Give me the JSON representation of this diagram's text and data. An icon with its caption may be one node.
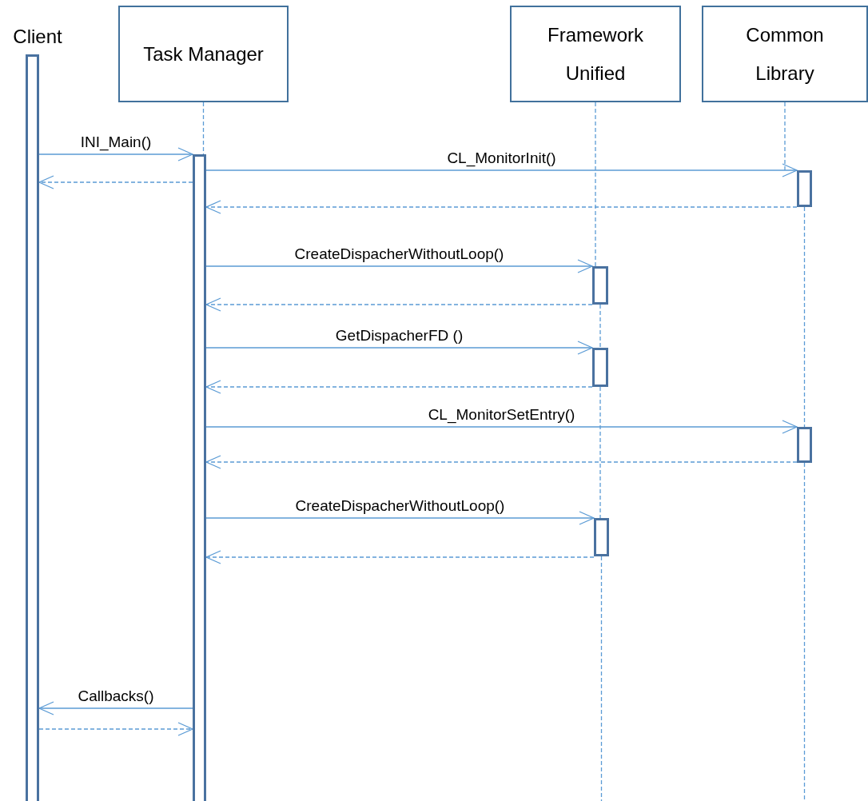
{
  "diagram": {
    "nodes": [
      {
        "text": [
          "Client"
        ]
      },
      {
        "text": [
          "Task Manager"
        ]
      },
      {
        "text": [
          "Framework Unified"
        ]
      },
      {
        "text": [
          "Common Library"
        ]
      },
      {
        "text": [],
        "shape": "bar"
      },
      {
        "text": [],
        "shape": "bar"
      },
      {
        "text": [],
        "shape": "bar"
      },
      {
        "text": [],
        "shape": "bar"
      },
      {
        "text": [],
        "shape": "bar"
      },
      {
        "text": [],
        "shape": "bar"
      },
      {
        "text": [],
        "shape": "bar"
      }
    ],
    "edges": [
      {
        "from": 4,
        "to": 5,
        "arrow": "to",
        "label": "INI_Main()"
      },
      {
        "from": 5,
        "to": 4,
        "arrow": "to",
        "style": "dashed"
      },
      {
        "from": 5,
        "to": 6,
        "arrow": "to",
        "label": "CL_MonitorInit()"
      },
      {
        "from": 6,
        "to": 5,
        "arrow": "to",
        "style": "dashed"
      },
      {
        "from": 5,
        "to": 7,
        "arrow": "to",
        "label": "CreateDispacherWithoutLoop()"
      },
      {
        "from": 7,
        "to": 5,
        "arrow": "to",
        "style": "dashed"
      },
      {
        "from": 5,
        "to": 8,
        "arrow": "to",
        "label": "GetDispacherFD ()"
      },
      {
        "from": 8,
        "to": 5,
        "arrow": "to",
        "style": "dashed"
      },
      {
        "from": 5,
        "to": 9,
        "arrow": "to",
        "label": "CL_MonitorSetEntry()"
      },
      {
        "from": 9,
        "to": 5,
        "arrow": "to",
        "style": "dashed"
      },
      {
        "from": 5,
        "to": 10,
        "arrow": "to",
        "label": "CreateDispacherWithoutLoop()"
      },
      {
        "from": 10,
        "to": 5,
        "arrow": "to",
        "style": "dashed"
      },
      {
        "from": 5,
        "to": 4,
        "arrow": "to",
        "label": "Callbacks()"
      },
      {
        "from": 4,
        "to": 5,
        "arrow": "to",
        "style": "dashed"
      },
      {
        "from": 1,
        "to": 5,
        "arrow": "none",
        "style": "dashed"
      },
      {
        "from": 2,
        "to": 7,
        "arrow": "none",
        "style": "dashed"
      },
      {
        "from": 7,
        "to": 8,
        "arrow": "none",
        "style": "dashed"
      },
      {
        "from": 8,
        "to": 10,
        "arrow": "none",
        "style": "dashed"
      },
      {
        "from": 10,
        "to": null,
        "arrow": "none",
        "style": "dashed"
      },
      {
        "from": 3,
        "to": 6,
        "arrow": "none",
        "style": "dashed"
      },
      {
        "from": 6,
        "to": 9,
        "arrow": "none",
        "style": "dashed"
      },
      {
        "from": 9,
        "to": null,
        "arrow": "none",
        "style": "dashed"
      }
    ]
  }
}
